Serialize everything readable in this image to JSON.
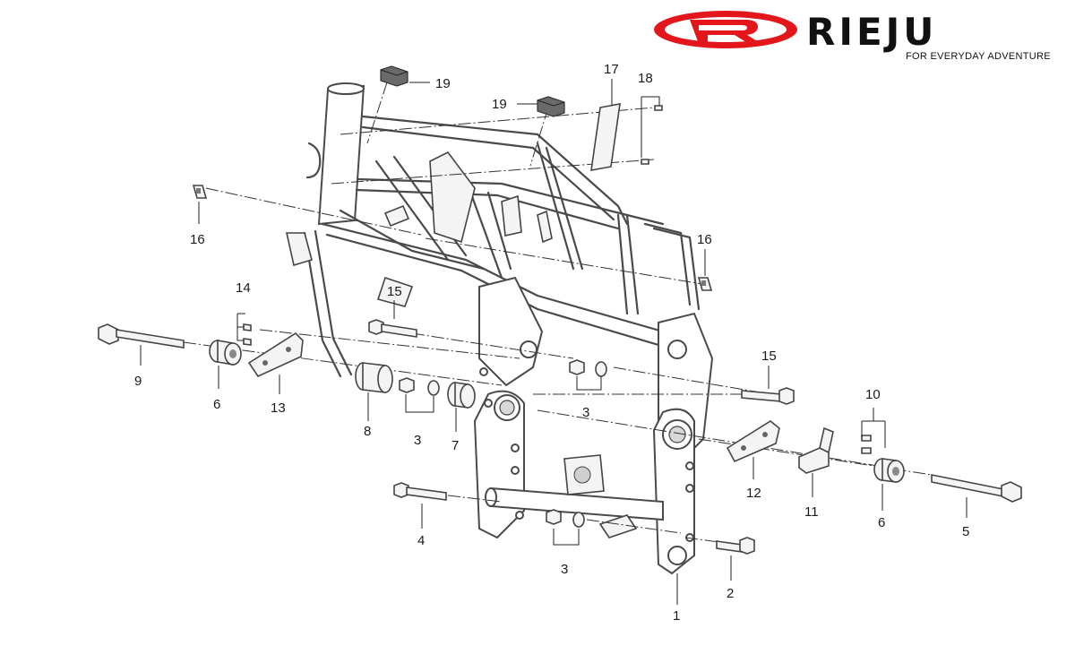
{
  "brand": {
    "name": "RIEJU",
    "tagline": "FOR EVERYDAY ADVENTURE",
    "logo_mark": "R",
    "accent_color": "#e3161b"
  },
  "callouts": {
    "c1": "1",
    "c2": "2",
    "c3a": "3",
    "c3b": "3",
    "c3c": "3",
    "c4": "4",
    "c5": "5",
    "c6a": "6",
    "c6b": "6",
    "c7": "7",
    "c8": "8",
    "c9": "9",
    "c10": "10",
    "c11": "11",
    "c12": "12",
    "c13": "13",
    "c14": "14",
    "c15a": "15",
    "c15b": "15",
    "c16a": "16",
    "c16b": "16",
    "c17": "17",
    "c18": "18",
    "c19a": "19",
    "c19b": "19"
  }
}
